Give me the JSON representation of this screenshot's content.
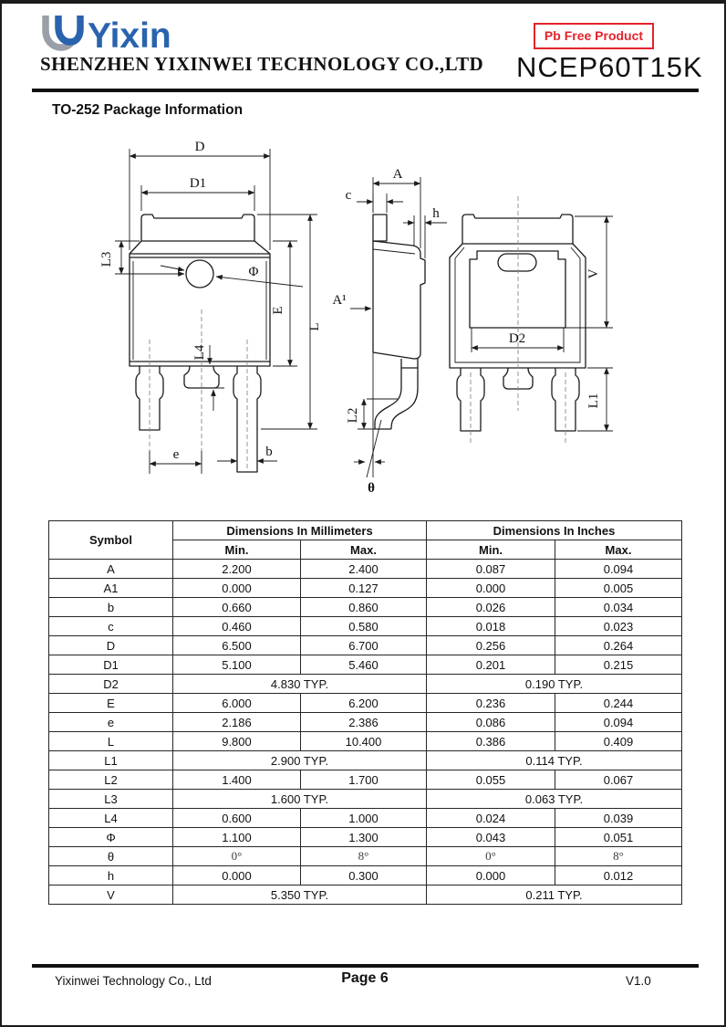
{
  "header": {
    "logo_text": "Yixin",
    "company_name": "SHENZHEN YIXINWEI TECHNOLOGY CO.,LTD",
    "badge_label": "Pb Free Product",
    "part_number": "NCEP60T15K"
  },
  "section_title": "TO-252 Package Information",
  "drawing_labels": {
    "D": "D",
    "D1": "D1",
    "L3": "L3",
    "phi": "Φ",
    "E": "E",
    "L": "L",
    "L4": "L4",
    "e": "e",
    "b": "b",
    "A": "A",
    "c": "c",
    "h": "h",
    "A1": "A¹",
    "L2": "L2",
    "theta": "θ",
    "V": "V",
    "D2": "D2",
    "L1": "L1"
  },
  "table": {
    "headers": {
      "symbol": "Symbol",
      "mm": "Dimensions In Millimeters",
      "inches": "Dimensions In Inches",
      "min": "Min.",
      "max": "Max."
    },
    "rows": [
      {
        "symbol": "A",
        "mm_min": "2.200",
        "mm_max": "2.400",
        "in_min": "0.087",
        "in_max": "0.094"
      },
      {
        "symbol": "A1",
        "mm_min": "0.000",
        "mm_max": "0.127",
        "in_min": "0.000",
        "in_max": "0.005"
      },
      {
        "symbol": "b",
        "mm_min": "0.660",
        "mm_max": "0.860",
        "in_min": "0.026",
        "in_max": "0.034"
      },
      {
        "symbol": "c",
        "mm_min": "0.460",
        "mm_max": "0.580",
        "in_min": "0.018",
        "in_max": "0.023"
      },
      {
        "symbol": "D",
        "mm_min": "6.500",
        "mm_max": "6.700",
        "in_min": "0.256",
        "in_max": "0.264"
      },
      {
        "symbol": "D1",
        "mm_min": "5.100",
        "mm_max": "5.460",
        "in_min": "0.201",
        "in_max": "0.215"
      },
      {
        "symbol": "D2",
        "mm_typ": "4.830 TYP.",
        "in_typ": "0.190 TYP."
      },
      {
        "symbol": "E",
        "mm_min": "6.000",
        "mm_max": "6.200",
        "in_min": "0.236",
        "in_max": "0.244"
      },
      {
        "symbol": "e",
        "mm_min": "2.186",
        "mm_max": "2.386",
        "in_min": "0.086",
        "in_max": "0.094"
      },
      {
        "symbol": "L",
        "mm_min": "9.800",
        "mm_max": "10.400",
        "in_min": "0.386",
        "in_max": "0.409"
      },
      {
        "symbol": "L1",
        "mm_typ": "2.900 TYP.",
        "in_typ": "0.114 TYP."
      },
      {
        "symbol": "L2",
        "mm_min": "1.400",
        "mm_max": "1.700",
        "in_min": "0.055",
        "in_max": "0.067"
      },
      {
        "symbol": "L3",
        "mm_typ": "1.600 TYP.",
        "in_typ": "0.063 TYP."
      },
      {
        "symbol": "L4",
        "mm_min": "0.600",
        "mm_max": "1.000",
        "in_min": "0.024",
        "in_max": "0.039"
      },
      {
        "symbol": "Φ",
        "mm_min": "1.100",
        "mm_max": "1.300",
        "in_min": "0.043",
        "in_max": "0.051"
      },
      {
        "symbol": "θ",
        "mm_min": "0°",
        "mm_max": "8°",
        "in_min": "0°",
        "in_max": "8°",
        "angle_style": true
      },
      {
        "symbol": "h",
        "mm_min": "0.000",
        "mm_max": "0.300",
        "in_min": "0.000",
        "in_max": "0.012"
      },
      {
        "symbol": "V",
        "mm_typ": "5.350 TYP.",
        "in_typ": "0.211 TYP."
      }
    ]
  },
  "footer": {
    "company": "Yixinwei Technology Co., Ltd",
    "page_label": "Page 6",
    "version": "V1.0"
  },
  "colors": {
    "logo_blue": "#2a63ad",
    "logo_gray": "#9aa0a8",
    "badge_red": "#e4232b",
    "line": "#1b1b1b"
  }
}
